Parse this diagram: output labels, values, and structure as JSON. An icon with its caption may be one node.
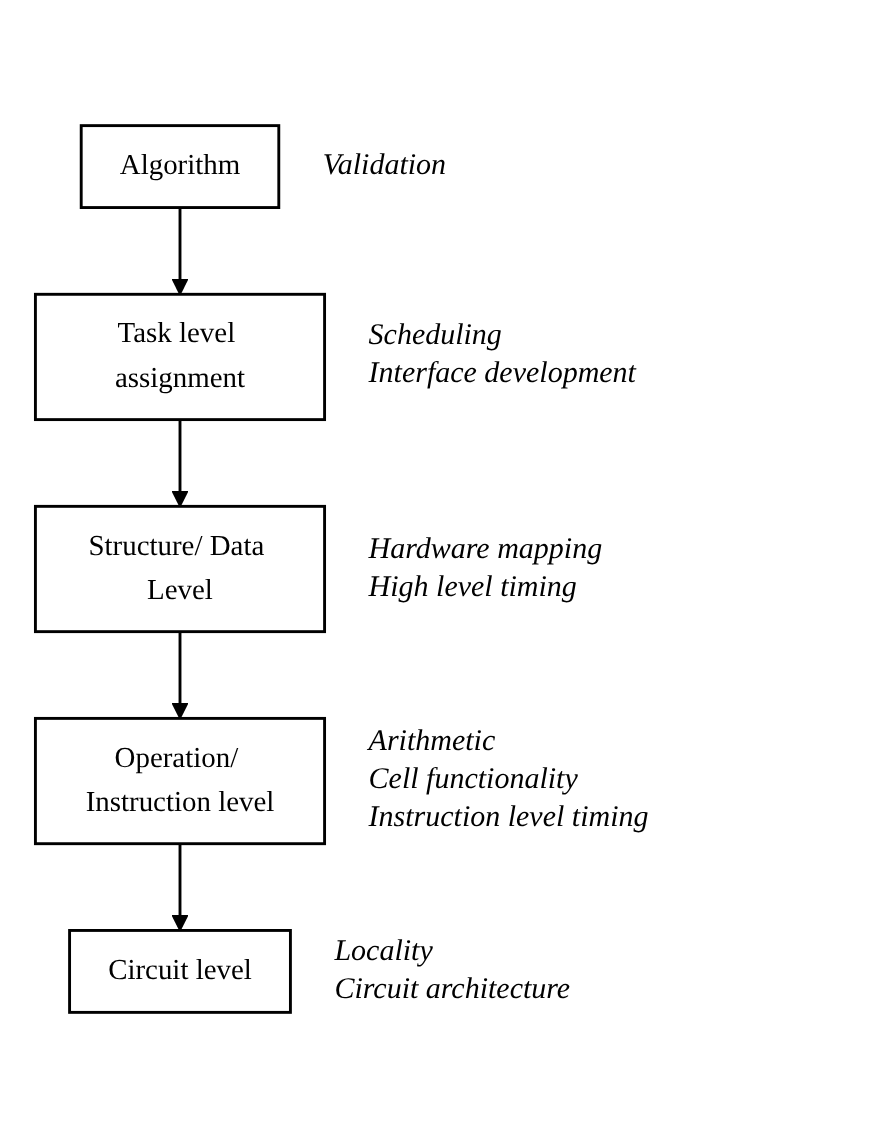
{
  "diagram": {
    "nodes": [
      {
        "text": [
          "Algorithm"
        ],
        "beside": [
          "Validation"
        ]
      },
      {
        "text": [
          "Task level assignment"
        ],
        "beside": [
          "Scheduling",
          "Interface development"
        ]
      },
      {
        "text": [
          "Structure/ Data Level"
        ],
        "beside": [
          "Hardware mapping",
          "High level timing"
        ]
      },
      {
        "text": [
          "Operation/ Instruction level"
        ],
        "beside": [
          "Arithmetic",
          "Cell functionality",
          "Instruction level timing"
        ]
      },
      {
        "text": [
          "Circuit level"
        ],
        "beside": [
          "Locality",
          "Circuit architecture"
        ]
      }
    ],
    "edges": [
      {
        "from": 0,
        "to": 1,
        "arrow": "to"
      },
      {
        "from": 1,
        "to": 2,
        "arrow": "to"
      },
      {
        "from": 2,
        "to": 3,
        "arrow": "to"
      },
      {
        "from": 3,
        "to": 4,
        "arrow": "to"
      }
    ]
  }
}
